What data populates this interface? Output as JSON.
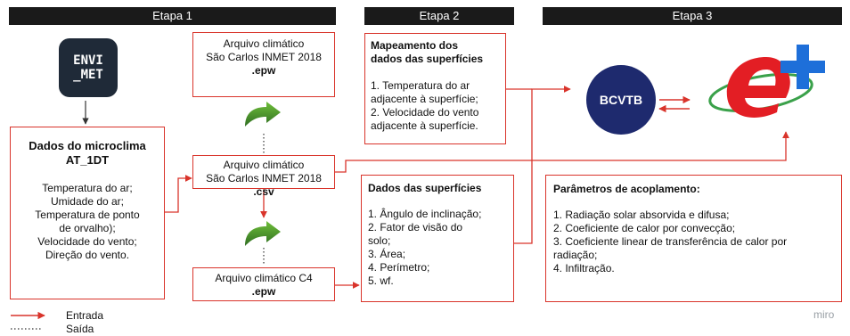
{
  "stages": [
    "Etapa 1",
    "Etapa 2",
    "Etapa 3"
  ],
  "envimet_logo": [
    "ENVI",
    "_MET"
  ],
  "microclimate": {
    "title_lines": [
      "Dados do microclima",
      "AT_1DT"
    ],
    "items": [
      "Temperatura do ar;",
      "Umidade do ar;",
      "Temperatura de ponto",
      "de orvalho);",
      "Velocidade do vento;",
      "Direção do vento."
    ]
  },
  "climate_epw": {
    "lines": [
      "Arquivo climático",
      "São Carlos INMET 2018"
    ],
    "ext": ".epw"
  },
  "climate_csv": {
    "lines": [
      "Arquivo climático",
      "São Carlos INMET 2018"
    ],
    "ext": ".csv"
  },
  "climate_c4": {
    "lines": [
      "Arquivo climático C4"
    ],
    "ext": ".epw"
  },
  "mapping": {
    "title_lines": [
      "Mapeamento dos",
      "dados das superfícies"
    ],
    "items": [
      "1. Temperatura do ar",
      "adjacente à superfície;",
      "2. Velocidade do vento",
      "adjacente à superfície."
    ]
  },
  "surfaces": {
    "title": "Dados das superfícies",
    "items": [
      "1. Ângulo de inclinação;",
      "2. Fator de visão do",
      "solo;",
      "3. Área;",
      "4. Perímetro;",
      "5. wf."
    ]
  },
  "coupling": {
    "title": "Parâmetros de acoplamento:",
    "items": [
      "1. Radiação solar absorvida e difusa;",
      "2. Coeficiente de calor por convecção;",
      "3. Coeficiente linear de transferência de calor por",
      "radiação;",
      "4. Infiltração."
    ]
  },
  "bcvtb_label": "BCVTB",
  "legend": {
    "input": "Entrada",
    "output": "Saída"
  },
  "watermark": "miro",
  "colors": {
    "accent_red": "#d9342b",
    "stage_bar": "#1a1a1a",
    "bcvtb_circle": "#1e2a6e",
    "process_arrow_green": "#3d8a2e",
    "eplus_red": "#e31e24",
    "eplus_blue": "#1e6fd9"
  },
  "icons": [
    "envimet-logo",
    "process-arrow-icon",
    "energyplus-logo"
  ]
}
